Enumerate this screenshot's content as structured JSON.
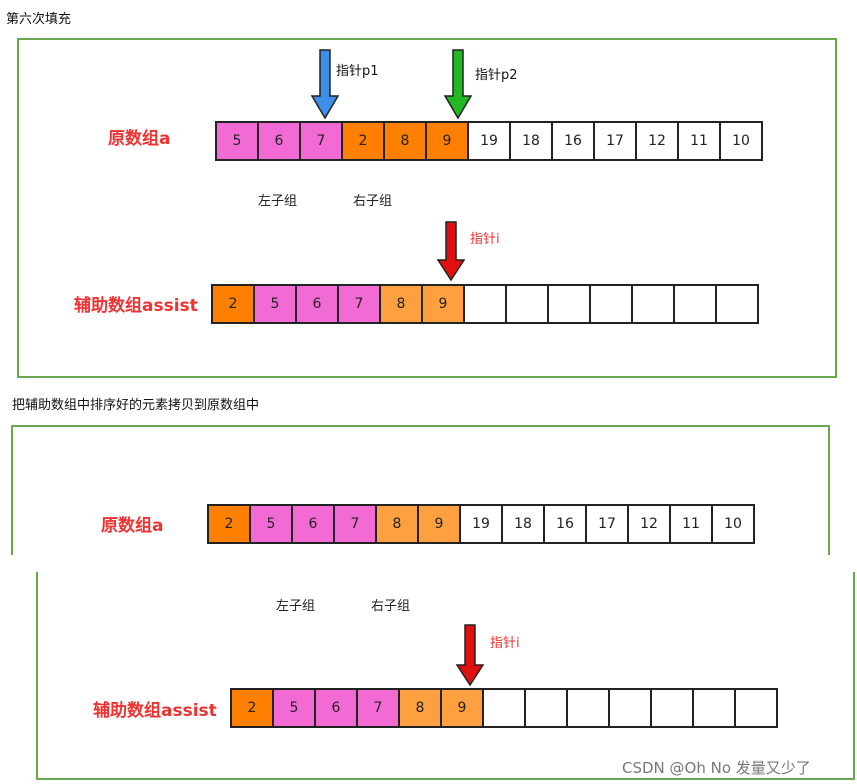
{
  "colors": {
    "pink": "#f26bd5",
    "orange": "#ff7f00",
    "light_orange": "#ffa040",
    "white": "#ffffff",
    "border_green": "#6aa84f",
    "blue_arrow": "#3d8fe8",
    "green_arrow": "#22b822",
    "red_arrow": "#e01010"
  },
  "top": {
    "caption": "第六次填充",
    "label_a": "原数组a",
    "label_assist": "辅助数组assist",
    "pointer_p1": "指针p1",
    "pointer_p2": "指针p2",
    "pointer_i": "指针i",
    "left_group": "左子组",
    "right_group": "右子组",
    "array_a": [
      {
        "v": "5",
        "c": "pink"
      },
      {
        "v": "6",
        "c": "pink"
      },
      {
        "v": "7",
        "c": "pink"
      },
      {
        "v": "2",
        "c": "orange"
      },
      {
        "v": "8",
        "c": "orange"
      },
      {
        "v": "9",
        "c": "orange"
      },
      {
        "v": "19",
        "c": "white"
      },
      {
        "v": "18",
        "c": "white"
      },
      {
        "v": "16",
        "c": "white"
      },
      {
        "v": "17",
        "c": "white"
      },
      {
        "v": "12",
        "c": "white"
      },
      {
        "v": "11",
        "c": "white"
      },
      {
        "v": "10",
        "c": "white"
      }
    ],
    "array_assist": [
      {
        "v": "2",
        "c": "orange"
      },
      {
        "v": "5",
        "c": "pink"
      },
      {
        "v": "6",
        "c": "pink"
      },
      {
        "v": "7",
        "c": "pink"
      },
      {
        "v": "8",
        "c": "light_orange"
      },
      {
        "v": "9",
        "c": "light_orange"
      },
      {
        "v": "",
        "c": "white"
      },
      {
        "v": "",
        "c": "white"
      },
      {
        "v": "",
        "c": "white"
      },
      {
        "v": "",
        "c": "white"
      },
      {
        "v": "",
        "c": "white"
      },
      {
        "v": "",
        "c": "white"
      },
      {
        "v": "",
        "c": "white"
      }
    ]
  },
  "bottom": {
    "caption": "把辅助数组中排序好的元素拷贝到原数组中",
    "label_a": "原数组a",
    "label_assist": "辅助数组assist",
    "pointer_i": "指针i",
    "left_group": "左子组",
    "right_group": "右子组",
    "array_a": [
      {
        "v": "2",
        "c": "orange"
      },
      {
        "v": "5",
        "c": "pink"
      },
      {
        "v": "6",
        "c": "pink"
      },
      {
        "v": "7",
        "c": "pink"
      },
      {
        "v": "8",
        "c": "light_orange"
      },
      {
        "v": "9",
        "c": "light_orange"
      },
      {
        "v": "19",
        "c": "white"
      },
      {
        "v": "18",
        "c": "white"
      },
      {
        "v": "16",
        "c": "white"
      },
      {
        "v": "17",
        "c": "white"
      },
      {
        "v": "12",
        "c": "white"
      },
      {
        "v": "11",
        "c": "white"
      },
      {
        "v": "10",
        "c": "white"
      }
    ],
    "array_assist": [
      {
        "v": "2",
        "c": "orange"
      },
      {
        "v": "5",
        "c": "pink"
      },
      {
        "v": "6",
        "c": "pink"
      },
      {
        "v": "7",
        "c": "pink"
      },
      {
        "v": "8",
        "c": "light_orange"
      },
      {
        "v": "9",
        "c": "light_orange"
      },
      {
        "v": "",
        "c": "white"
      },
      {
        "v": "",
        "c": "white"
      },
      {
        "v": "",
        "c": "white"
      },
      {
        "v": "",
        "c": "white"
      },
      {
        "v": "",
        "c": "white"
      },
      {
        "v": "",
        "c": "white"
      },
      {
        "v": "",
        "c": "white"
      }
    ]
  },
  "footer": {
    "credit": "CSDN @Oh No 发量又少了"
  }
}
